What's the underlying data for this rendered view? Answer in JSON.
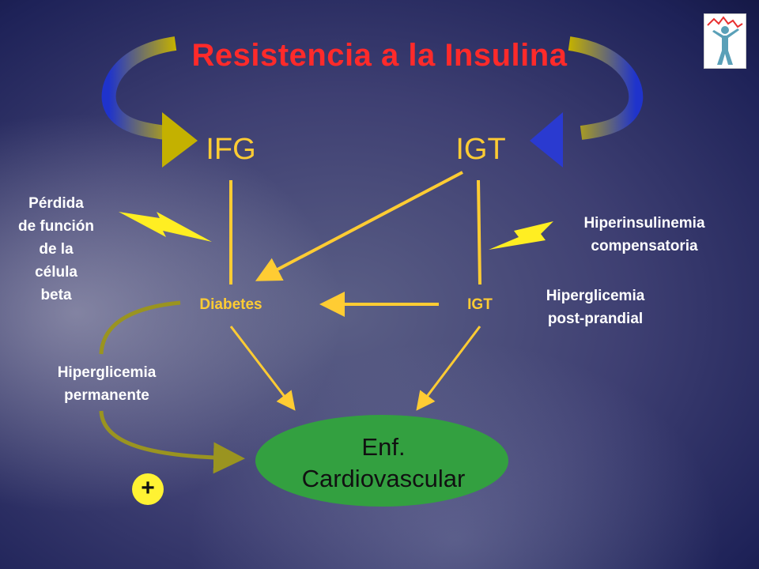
{
  "title": "Resistencia a la Insulina",
  "nodes": {
    "ifg": "IFG",
    "igt_top": "IGT",
    "diabetes": "Diabetes",
    "igt_mid": "IGT",
    "cardio_line1": "Enf.",
    "cardio_line2": "Cardiovascular"
  },
  "labels": {
    "perdida": [
      "Pérdida",
      "de función",
      "de la",
      "célula",
      "beta"
    ],
    "hiperinsulinemia": [
      "Hiperinsulinemia",
      "compensatoria"
    ],
    "hiperglicemia_pp": [
      "Hiperglicemia",
      "post-prandial"
    ],
    "hiperglicemia_perm": [
      "Hiperglicemia",
      "permanente"
    ]
  },
  "plus": "+",
  "colors": {
    "title": "#ff2a2a",
    "node_text": "#ffcc33",
    "arrow": "#ffcc33",
    "lightning": "#ffee22",
    "ellipse": "#33a040",
    "plus_circle": "#fff233",
    "loop_gradient": [
      "#2233cc",
      "#c8b000"
    ]
  },
  "icons": [
    "lightning-bolt-icon",
    "human-figure-logo"
  ]
}
